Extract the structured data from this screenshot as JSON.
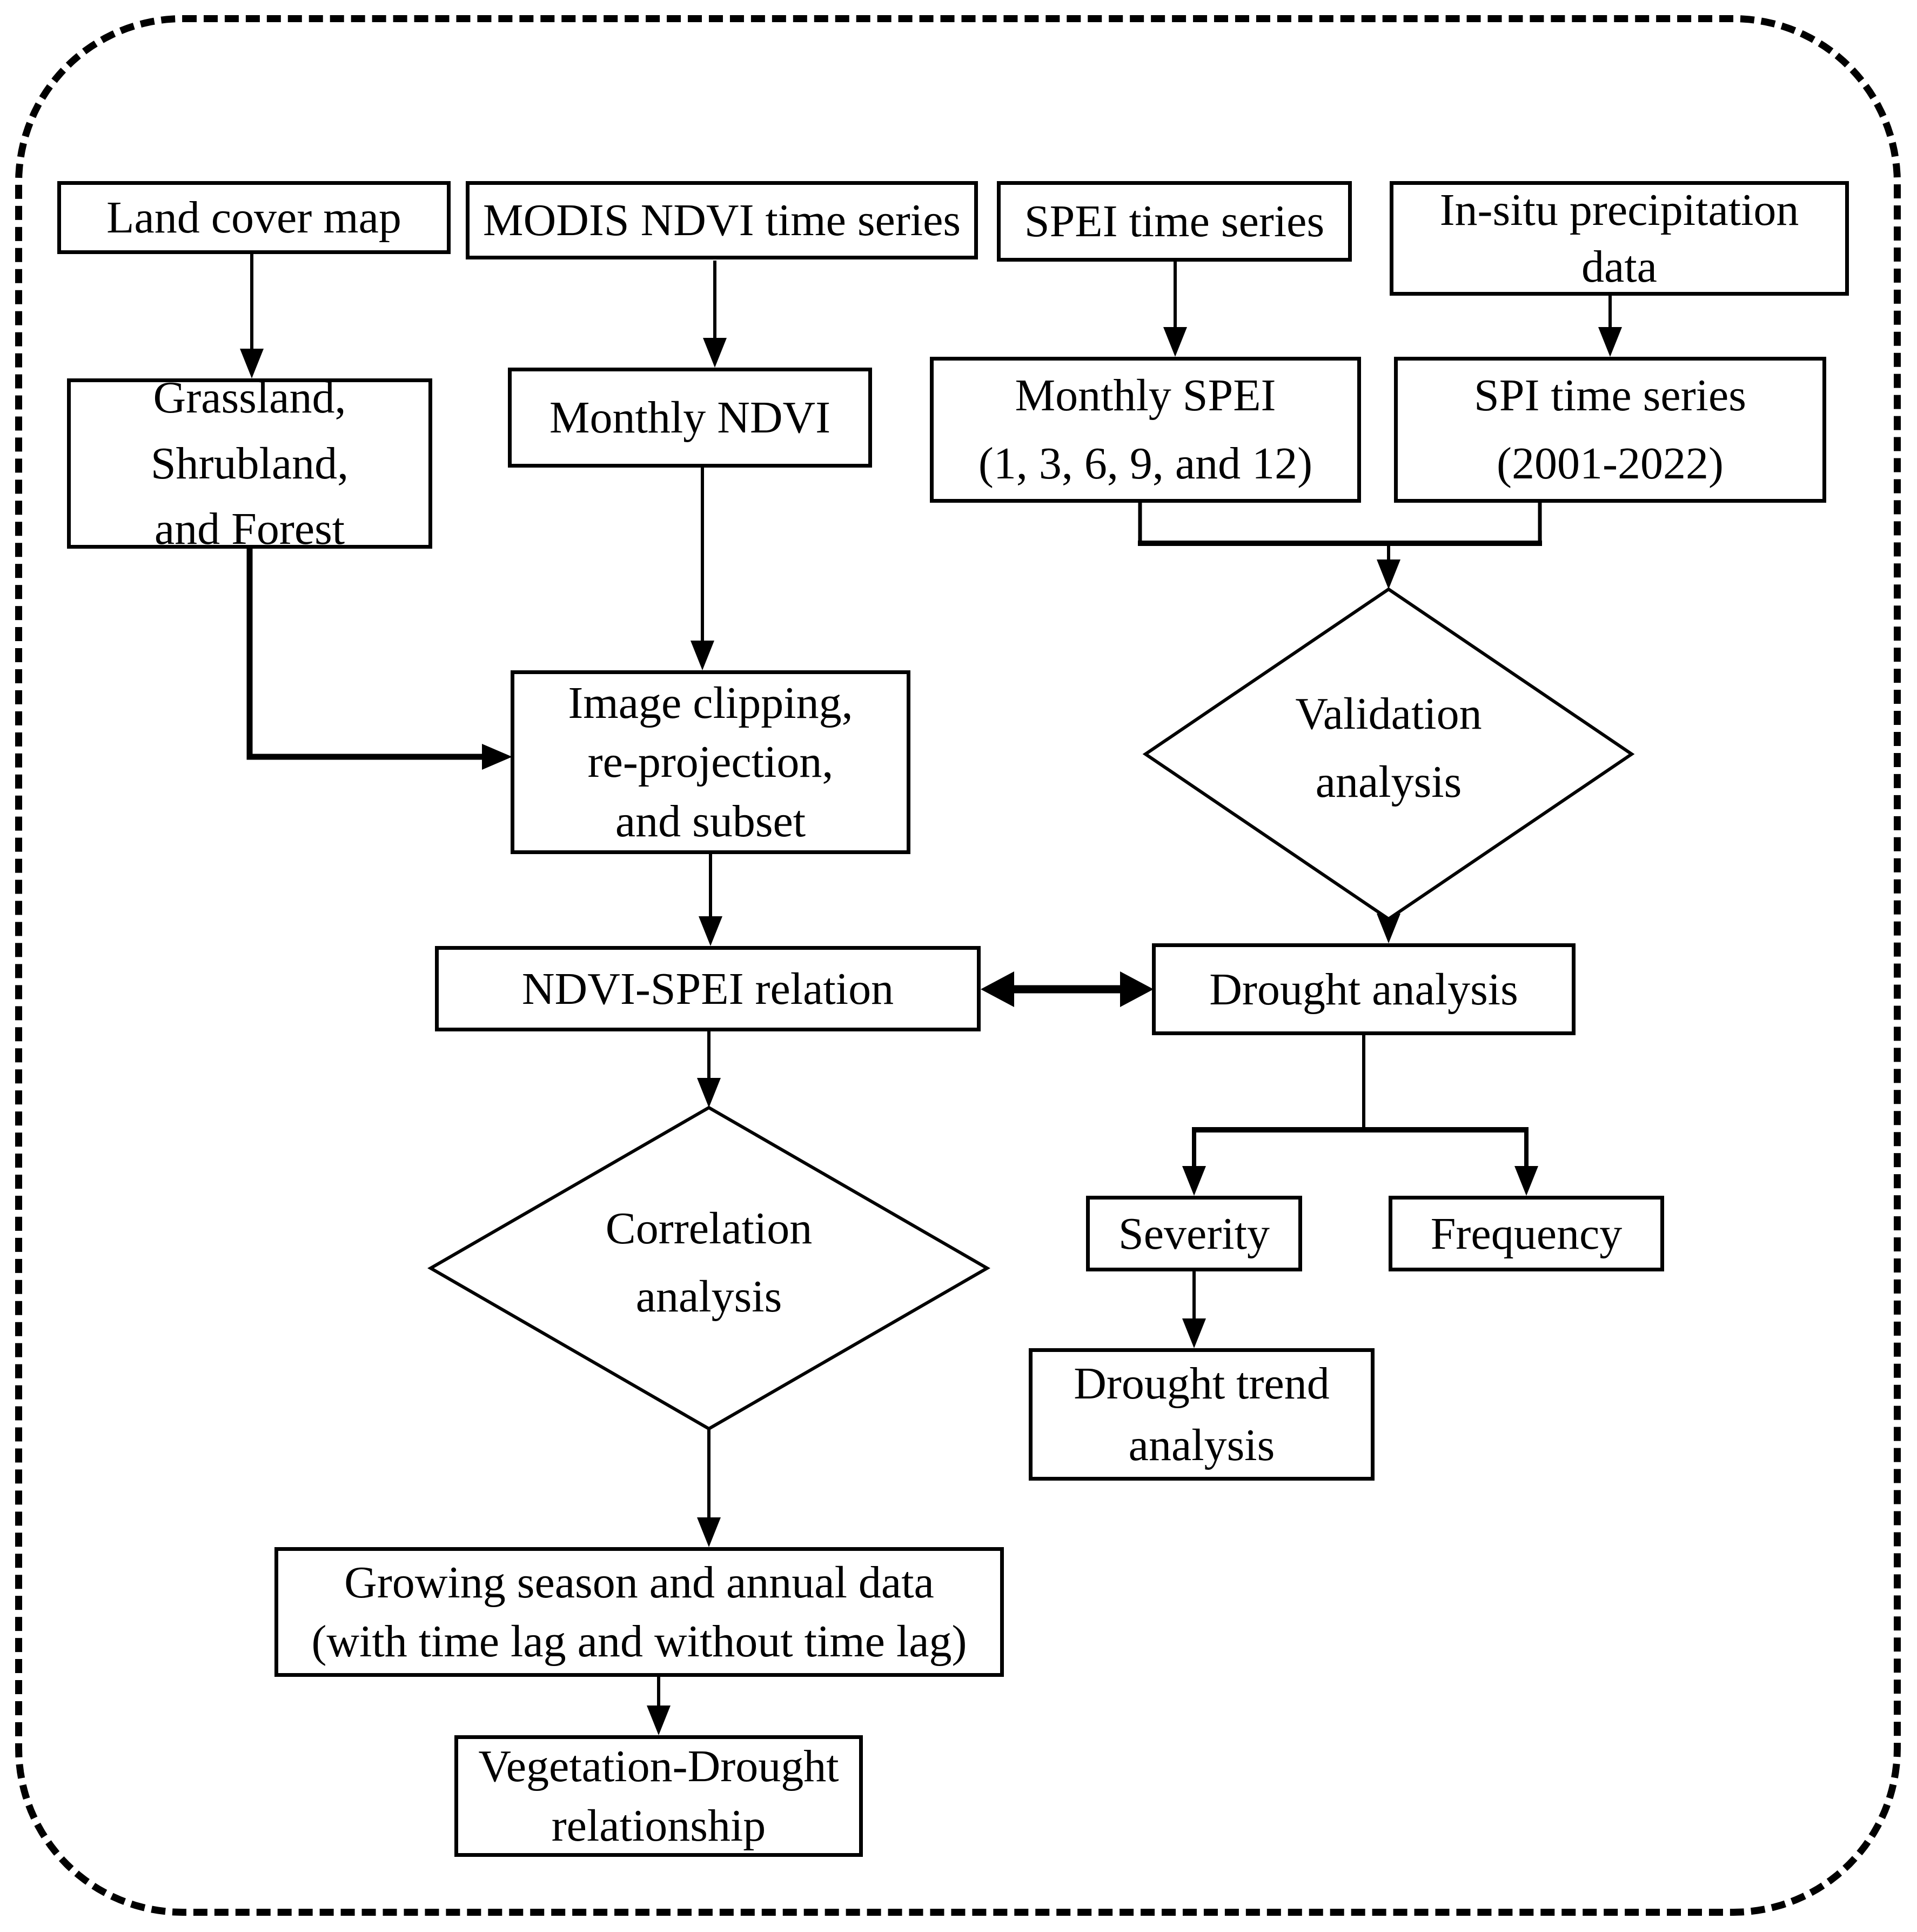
{
  "diagram": {
    "title": "Vegetation-drought analysis workflow flowchart",
    "colors": {
      "line": "#000000",
      "background": "#ffffff"
    },
    "nodes": {
      "land_cover": {
        "label": "Land cover map"
      },
      "modis_ndvi": {
        "label": "MODIS NDVI time series"
      },
      "spei_series": {
        "label": "SPEI time series"
      },
      "insitu_precip": {
        "label": "In-situ precipitation\ndata"
      },
      "land_classes": {
        "label": "Grassland,\nShrubland,\nand Forest"
      },
      "monthly_ndvi": {
        "label": "Monthly NDVI"
      },
      "monthly_spei": {
        "label": "Monthly SPEI\n(1, 3, 6, 9, and 12)"
      },
      "spi_series": {
        "label": "SPI time series\n(2001-2022)"
      },
      "image_clipping": {
        "label": "Image clipping,\nre-projection,\nand subset"
      },
      "validation": {
        "label": "Validation\nanalysis"
      },
      "ndvi_spei": {
        "label": "NDVI-SPEI relation"
      },
      "drought_analysis": {
        "label": "Drought analysis"
      },
      "severity": {
        "label": "Severity"
      },
      "frequency": {
        "label": "Frequency"
      },
      "drought_trend": {
        "label": "Drought trend\nanalysis"
      },
      "growing_season": {
        "label": "Growing season and annual data\n(with time lag and without time lag)"
      },
      "veg_drought": {
        "label": "Vegetation-Drought\nrelationship"
      }
    }
  }
}
